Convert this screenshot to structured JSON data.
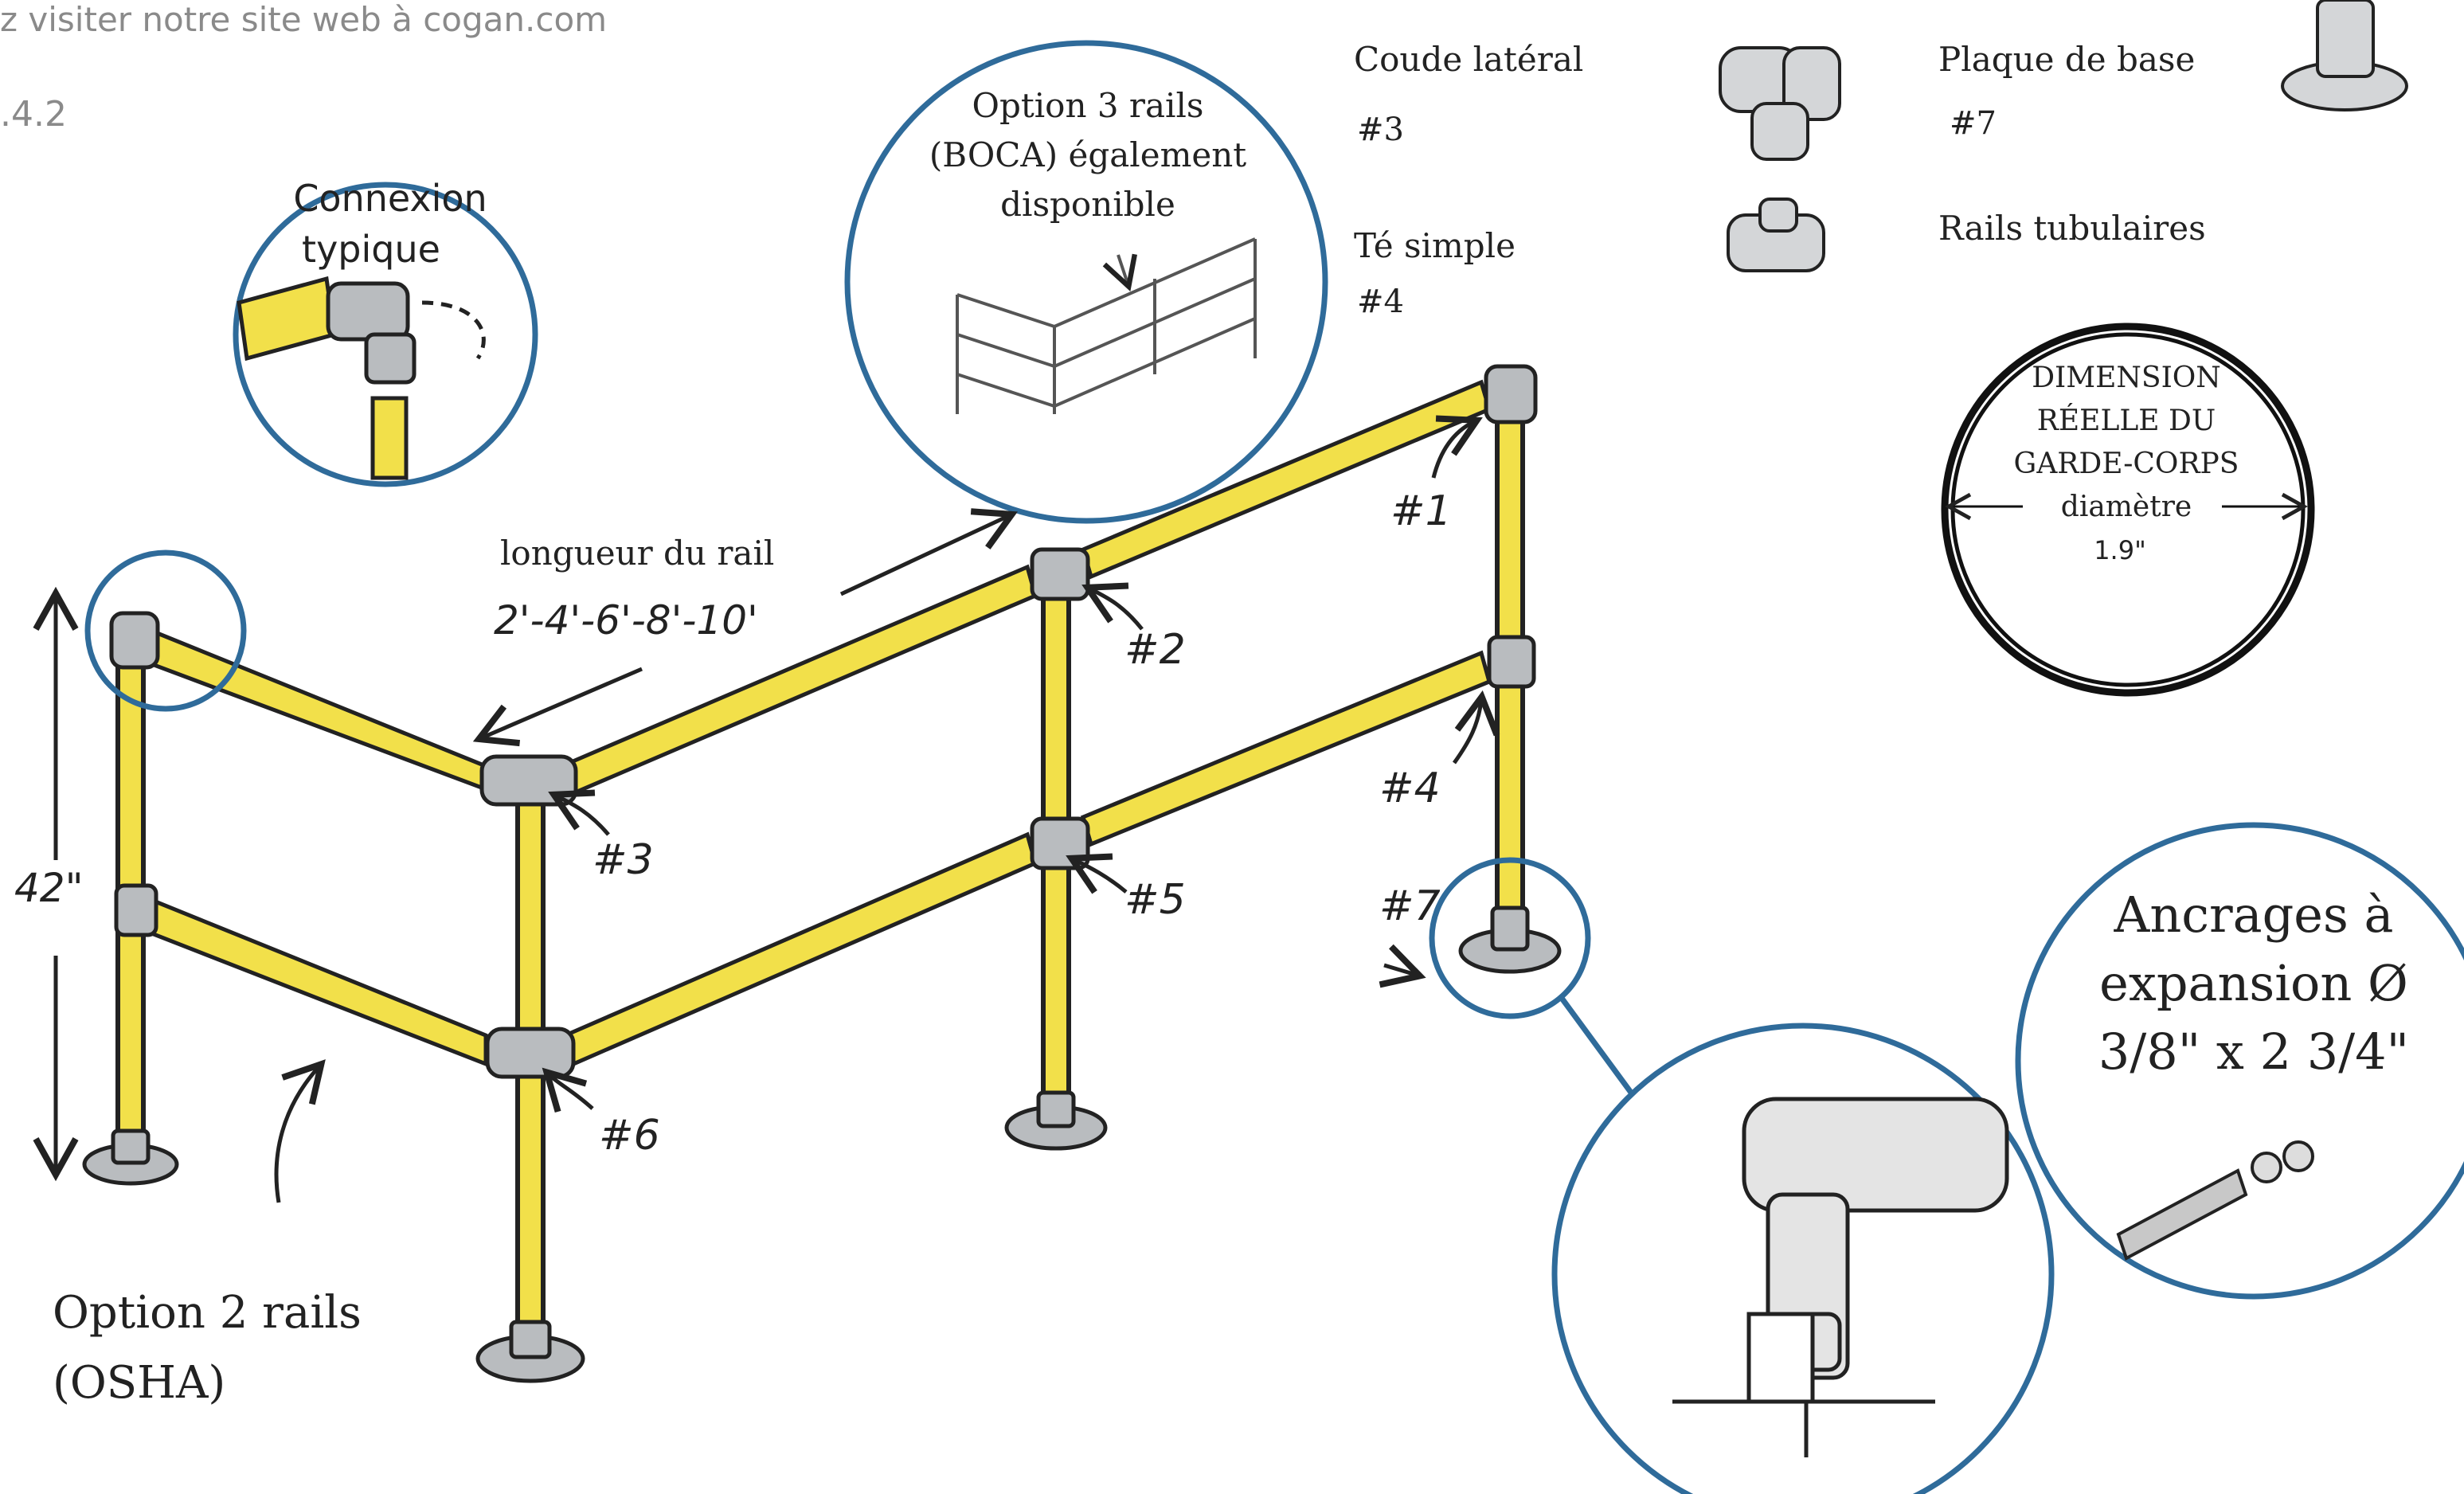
{
  "header": {
    "visit_text": "z visiter notre site web à cogan.com",
    "version": ".4.2"
  },
  "callouts": {
    "typical_connection": [
      "Connexion",
      "typique"
    ],
    "three_rail_option": [
      "Option 3 rails",
      "(BOCA) également",
      "disponible"
    ],
    "rail_length_label": "longueur du rail",
    "rail_lengths": "2'-4'-6'-8'-10'",
    "height": "42\"",
    "two_rail_option": [
      "Option 2 rails",
      "(OSHA)"
    ],
    "anchors": [
      "Ancrages à",
      "expansion Ø",
      "3/8\" x 2 3/4\""
    ],
    "diameter": [
      "DIMENSION",
      "RÉELLE DU",
      "GARDE-CORPS",
      "diamètre",
      "1.9\""
    ]
  },
  "fitting_labels": [
    "#1",
    "#2",
    "#3",
    "#4",
    "#5",
    "#6",
    "#7"
  ],
  "legend": [
    {
      "name": "Coude latéral",
      "code": "#3"
    },
    {
      "name": "Té simple",
      "code": "#4"
    },
    {
      "name": "Plaque de base",
      "code": "#7"
    },
    {
      "name": "Rails tubulaires",
      "code": ""
    }
  ],
  "colors": {
    "rail_yellow": "#f2e04a",
    "fitting_grey": "#b9bcbf",
    "callout_blue": "#2f6b9a",
    "outline": "#222222"
  }
}
